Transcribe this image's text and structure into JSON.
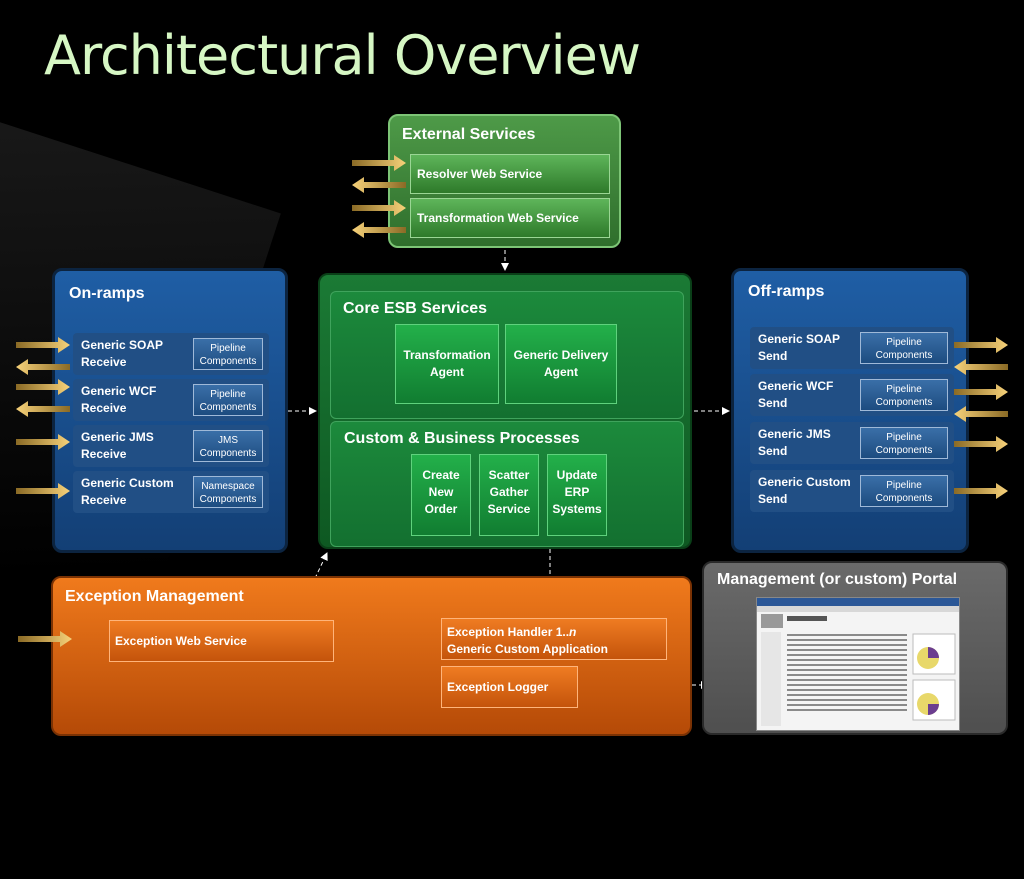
{
  "title": "Architectural Overview",
  "external_services": {
    "label": "External Services",
    "items": [
      "Resolver  Web Service",
      "Transformation Web Service"
    ]
  },
  "onramps": {
    "label": "On-ramps",
    "rows": [
      {
        "name1": "Generic SOAP",
        "name2": "Receive",
        "comp1": "Pipeline",
        "comp2": "Components"
      },
      {
        "name1": "Generic WCF",
        "name2": "Receive",
        "comp1": "Pipeline",
        "comp2": "Components"
      },
      {
        "name1": "Generic  JMS",
        "name2": "Receive",
        "comp1": "JMS",
        "comp2": "Components"
      },
      {
        "name1": "Generic  Custom",
        "name2": "Receive",
        "comp1": "Namespace",
        "comp2": "Components"
      }
    ]
  },
  "offramps": {
    "label": "Off-ramps",
    "rows": [
      {
        "name1": "Generic SOAP",
        "name2": "Send",
        "comp1": "Pipeline",
        "comp2": "Components"
      },
      {
        "name1": "Generic WCF",
        "name2": "Send",
        "comp1": "Pipeline",
        "comp2": "Components"
      },
      {
        "name1": "Generic JMS",
        "name2": "Send",
        "comp1": "Pipeline",
        "comp2": "Components"
      },
      {
        "name1": "Generic Custom",
        "name2": "Send",
        "comp1": "Pipeline",
        "comp2": "Components"
      }
    ]
  },
  "core": {
    "label": "Core ESB Services",
    "items": [
      {
        "l1": "Transformation",
        "l2": "Agent"
      },
      {
        "l1": "Generic Delivery",
        "l2": "Agent"
      }
    ]
  },
  "custom": {
    "label": "Custom & Business Processes",
    "items": [
      {
        "l1": "Create",
        "l2": "New",
        "l3": "Order"
      },
      {
        "l1": "Scatter",
        "l2": "Gather",
        "l3": "Service"
      },
      {
        "l1": "Update",
        "l2": "ERP",
        "l3": "Systems"
      }
    ]
  },
  "exception": {
    "label": "Exception Management",
    "web_service": "Exception Web Service",
    "handler_l1": "Exception Handler 1..",
    "handler_n": "n",
    "handler_l2": "Generic Custom Application",
    "logger": "Exception Logger"
  },
  "portal": {
    "label": "Management (or custom) Portal"
  },
  "colors": {
    "arrow_gold": "#f2c261",
    "green": "#117d31",
    "blue": "#1f5ea5",
    "orange": "#e66d12",
    "title": "#d6f7c4"
  }
}
